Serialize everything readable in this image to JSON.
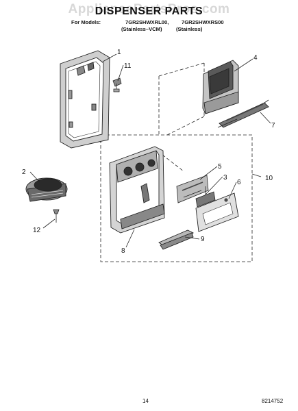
{
  "watermark": "AppliancePartsPros.com",
  "title": "DISPENSER PARTS",
  "models": {
    "label": "For Models:",
    "model_1": "7GR2SHWXRL00,",
    "model_2": "7GR2SHWXRS00",
    "finish_1": "(Stainless–VCM)",
    "finish_2": "(Stainless)"
  },
  "callouts": [
    "1",
    "11",
    "4",
    "7",
    "2",
    "12",
    "5",
    "3",
    "6",
    "10",
    "9",
    "8"
  ],
  "footer": {
    "page_number": "14",
    "document_number": "8214752"
  }
}
